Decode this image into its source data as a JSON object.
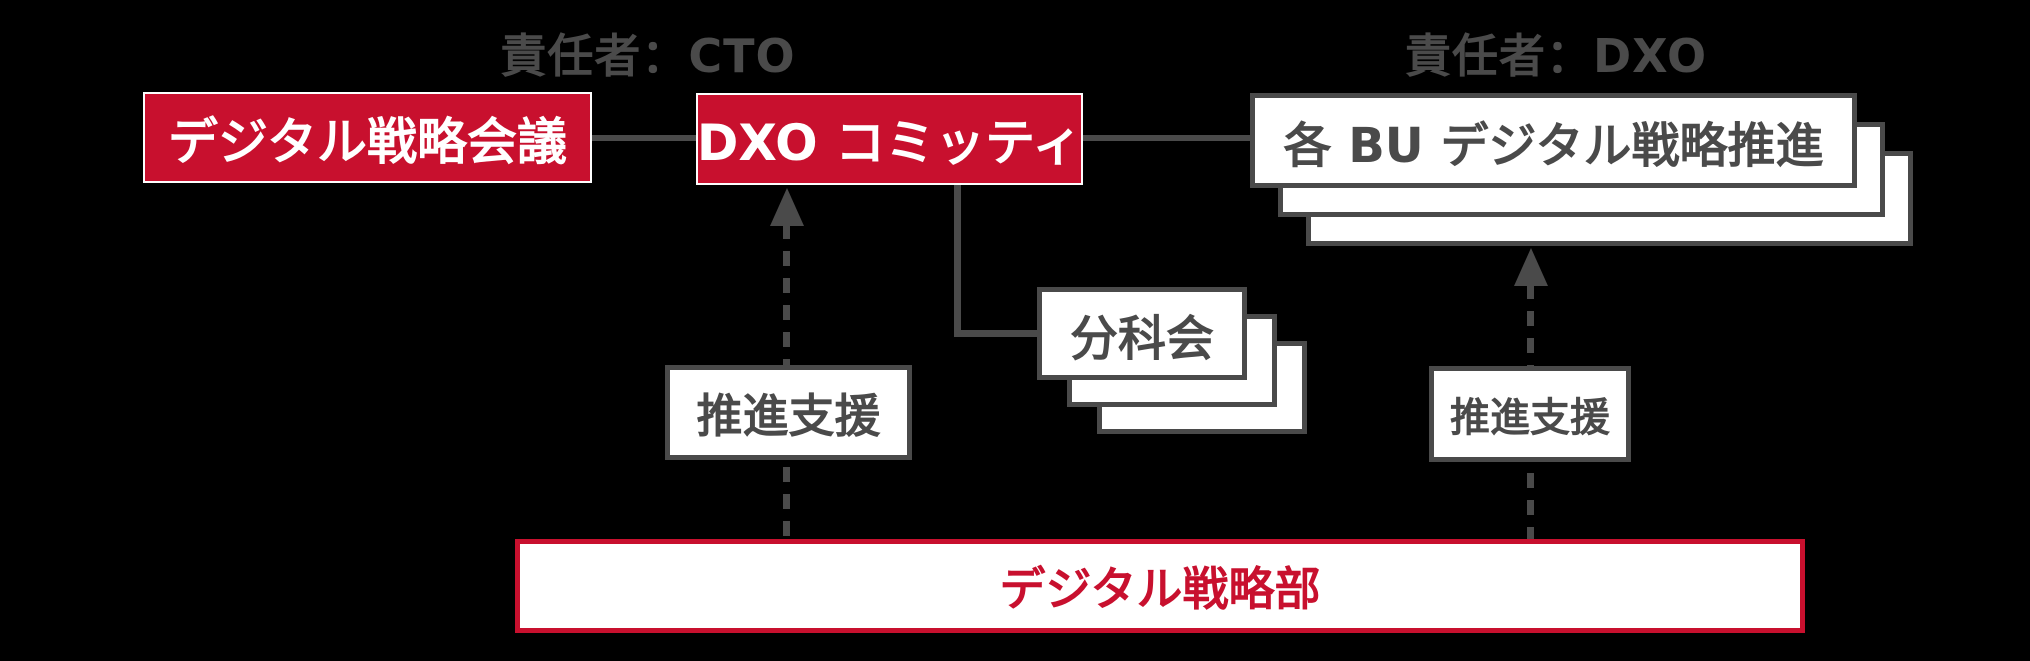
{
  "colors": {
    "accent_red": "#c8102e",
    "line_gray": "#4a4a4a",
    "box_white": "#ffffff",
    "background": "#000000"
  },
  "diagram": {
    "responsible_cto": "責任者：CTO",
    "responsible_dxo": "責任者：DXO",
    "digital_strategy_meeting": "デジタル戦略会議",
    "dxo_committee": "DXO コミッティ",
    "bu_digital_strategy": "各 BU デジタル戦略推進",
    "subcommittee": "分科会",
    "support_left": "推進支援",
    "support_right": "推進支援",
    "digital_strategy_dept": "デジタル戦略部"
  }
}
